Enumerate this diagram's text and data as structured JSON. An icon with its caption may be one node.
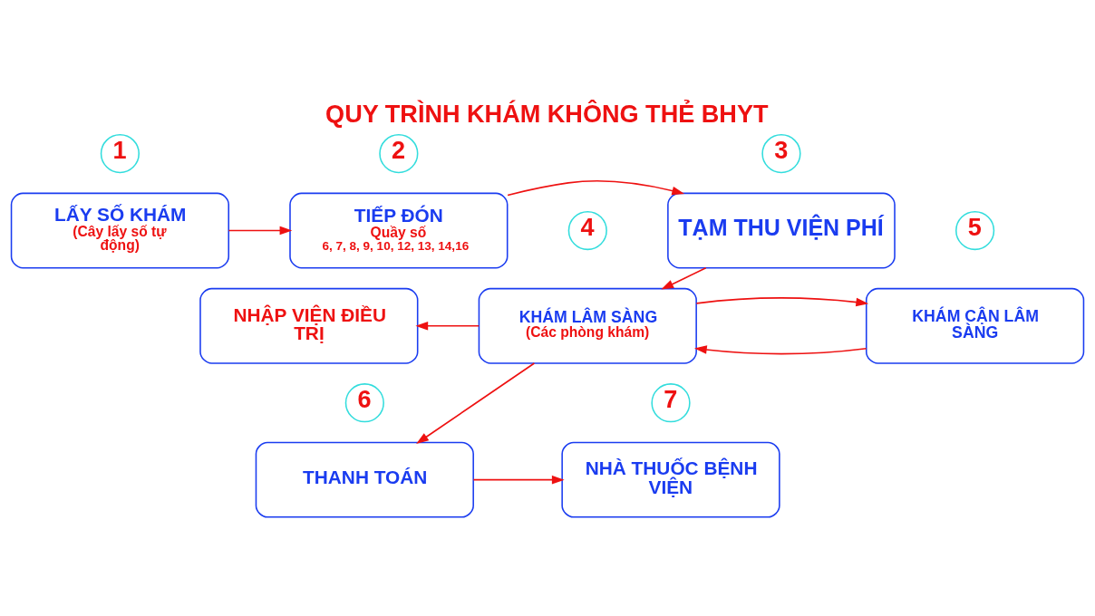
{
  "diagram": {
    "title": "QUY TRÌNH KHÁM KHÔNG THẺ BHYT",
    "nodes": [
      {
        "text": [
          "1"
        ]
      },
      {
        "text": [
          "LẤY SỐ KHÁM",
          "(Cây lấy số tự động)"
        ]
      },
      {
        "text": [
          "2"
        ]
      },
      {
        "text": [
          "TIẾP ĐÓN",
          "Quầy số",
          "6, 7, 8, 9, 10, 12, 13, 14,16"
        ]
      },
      {
        "text": [
          "3"
        ]
      },
      {
        "text": [
          "TẠM THU VIỆN PHÍ"
        ]
      },
      {
        "text": [
          "4"
        ]
      },
      {
        "text": [
          "5"
        ]
      },
      {
        "text": [
          "NHẬP VIỆN ĐIỀU TRỊ"
        ]
      },
      {
        "text": [
          "KHÁM LÂM SÀNG",
          "(Các phòng khám)"
        ]
      },
      {
        "text": [
          "KHÁM CẬN LÂM SÀNG"
        ]
      },
      {
        "text": [
          "6"
        ]
      },
      {
        "text": [
          "7"
        ]
      },
      {
        "text": [
          "THANH TOÁN"
        ]
      },
      {
        "text": [
          "NHÀ THUỐC BỆNH VIỆN"
        ]
      }
    ],
    "edges": [
      {
        "from": 1,
        "to": 3,
        "arrow": "to"
      },
      {
        "from": 3,
        "to": 5,
        "arrow": "to"
      },
      {
        "from": 5,
        "to": 9,
        "arrow": "to"
      },
      {
        "from": 9,
        "to": 8,
        "arrow": "to"
      },
      {
        "from": 10,
        "to": 9,
        "arrow": "to"
      },
      {
        "from": 9,
        "to": 10,
        "arrow": "to"
      },
      {
        "from": 9,
        "to": 13,
        "arrow": "to"
      },
      {
        "from": 13,
        "to": 14,
        "arrow": "to"
      }
    ]
  }
}
